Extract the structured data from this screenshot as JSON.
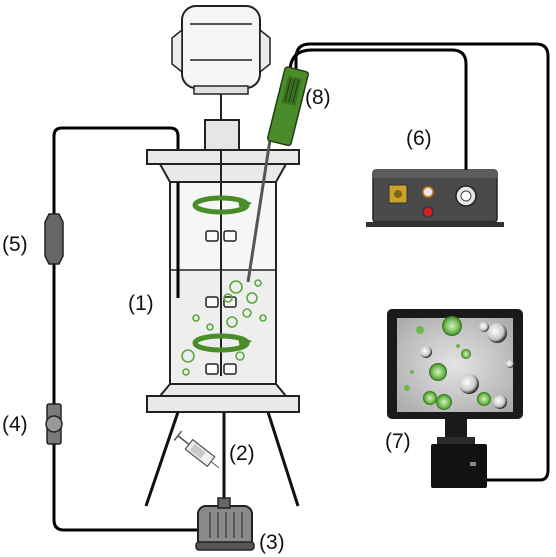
{
  "labels": {
    "l1": "(1)",
    "l2": "(2)",
    "l3": "(3)",
    "l4": "(4)",
    "l5": "(5)",
    "l6": "(6)",
    "l7": "(7)",
    "l8": "(8)"
  },
  "colors": {
    "line": "#000000",
    "vessel_fill": "#e6e6e6",
    "medium_fill": "#f3f3f3",
    "probe_green": "#4a8c2a",
    "bubble_green": "#5aa83c",
    "controller_body": "#4a4a4a",
    "monitor_frame": "#1a1a1a",
    "monitor_screen": "#cfcfcf"
  },
  "icons": {
    "motor": "motor-icon",
    "probe": "probe-icon",
    "controller": "controller-box-icon",
    "monitor": "monitor-icon",
    "camera": "camera-icon",
    "pump": "air-pump-icon",
    "syringe": "syringe-icon",
    "valve": "valve-icon",
    "filter": "filter-icon",
    "rotation": "rotation-arrow-icon"
  }
}
